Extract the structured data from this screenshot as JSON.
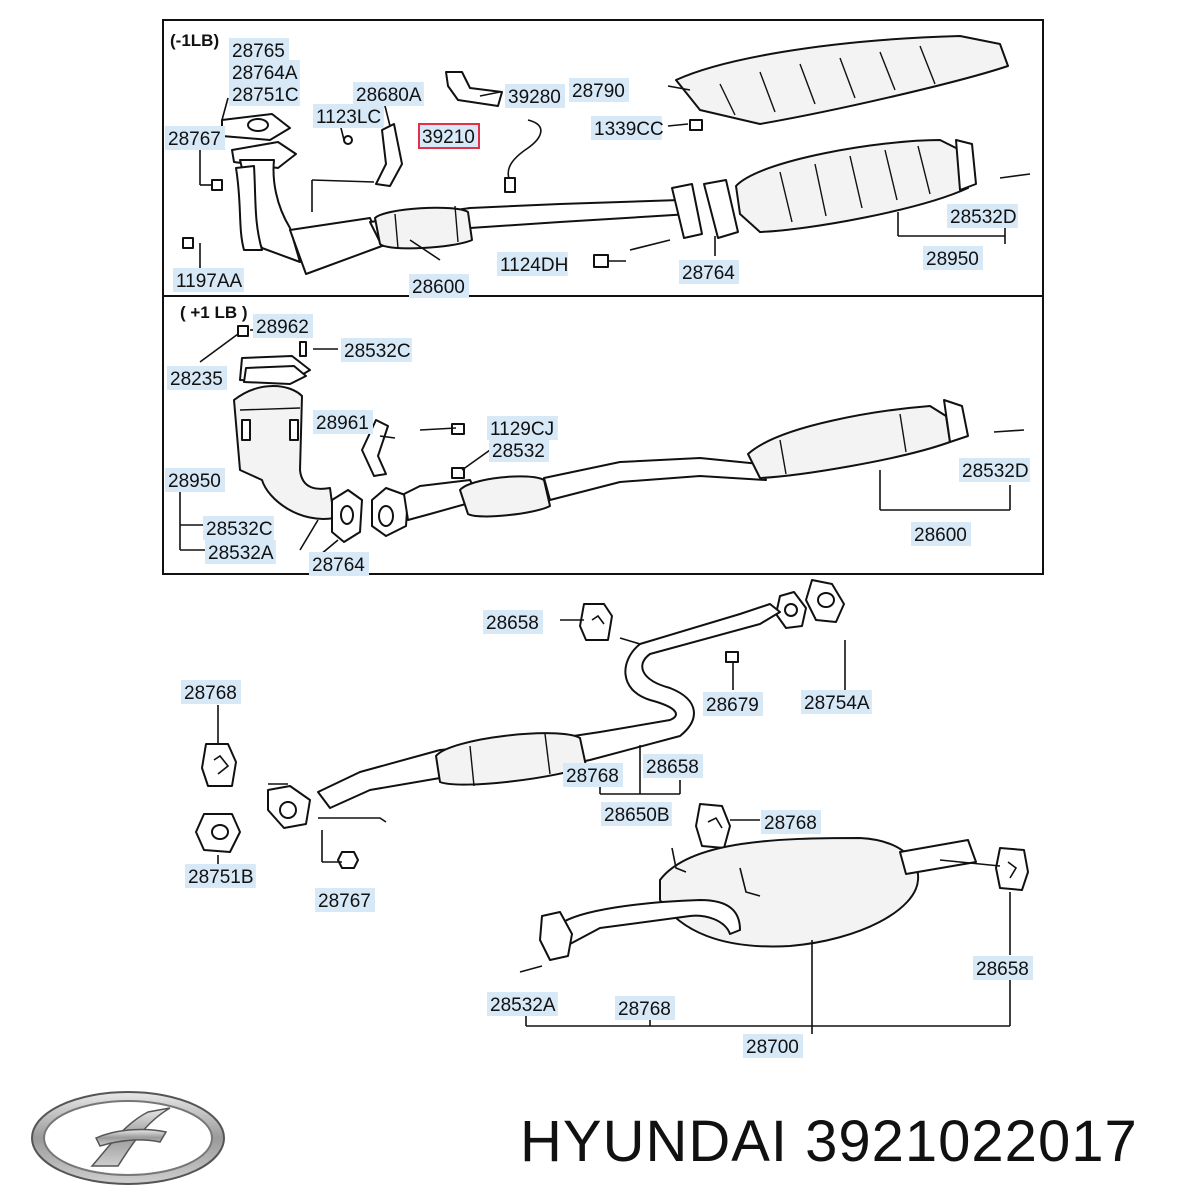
{
  "brand": {
    "title": "HYUNDAI 3921022017",
    "logo_icon": "hyundai-logo-icon"
  },
  "diagram": {
    "highlight_color": "#e0304a",
    "label_bg": "#d7e8f7",
    "panels": [
      {
        "caption": "(-1LB)"
      },
      {
        "caption": "( +1 LB )"
      }
    ],
    "labels": [
      "28765",
      "28764A",
      "28751C",
      "28680A",
      "39280",
      "28790",
      "1123LC",
      "39210",
      "1339CC",
      "28767",
      "28532D",
      "28950",
      "1124DH",
      "28764",
      "1197AA",
      "28600",
      "28962",
      "28532C",
      "28235",
      "28961",
      "1129CJ",
      "28532",
      "28532D",
      "28950",
      "28532C",
      "28532A",
      "28764",
      "28600",
      "28658",
      "28679",
      "28754A",
      "28768",
      "28768",
      "28658",
      "28650B",
      "28768",
      "28751B",
      "28767",
      "28658",
      "28532A",
      "28768",
      "28700"
    ]
  }
}
